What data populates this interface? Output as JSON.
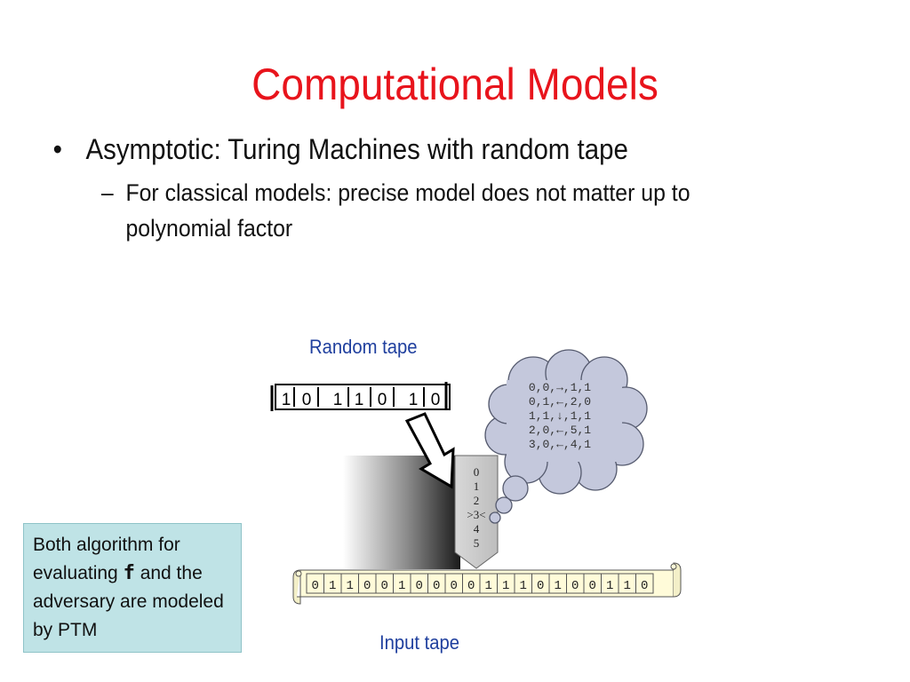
{
  "title": "Computational Models",
  "bullet1": "Asymptotic: Turing Machines with random tape",
  "bullet2": "For classical models: precise model does not matter up to polynomial factor",
  "bullet_symbol": "•",
  "sub_bullet_symbol": "–",
  "random_tape_label": "Random tape",
  "input_tape_label": "Input tape",
  "random_tape_cells": [
    "1",
    "0",
    "1",
    "1",
    "0",
    "1",
    "0"
  ],
  "input_tape_cells": [
    "0",
    "1",
    "1",
    "0",
    "0",
    "1",
    "0",
    "0",
    "0",
    "0",
    "1",
    "1",
    "1",
    "0",
    "1",
    "0",
    "0",
    "1",
    "1",
    "0"
  ],
  "head_states": [
    "0",
    "1",
    "2",
    ">3<",
    "4",
    "5"
  ],
  "transition_rules": [
    "0,0,→,1,1",
    "0,1,←,2,0",
    "1,1,↓,1,1",
    "2,0,←,5,1",
    "3,0,←,4,1"
  ],
  "note": {
    "before": "Both algorithm for evaluating",
    "symbol": "f",
    "after": "and the adversary are modeled by PTM"
  },
  "colors": {
    "title": "#e8141c",
    "label_blue": "#1f3f9e",
    "note_bg": "#bfe3e6",
    "cloud": "#c4c8dc",
    "input_tape": "#fffbd9"
  }
}
